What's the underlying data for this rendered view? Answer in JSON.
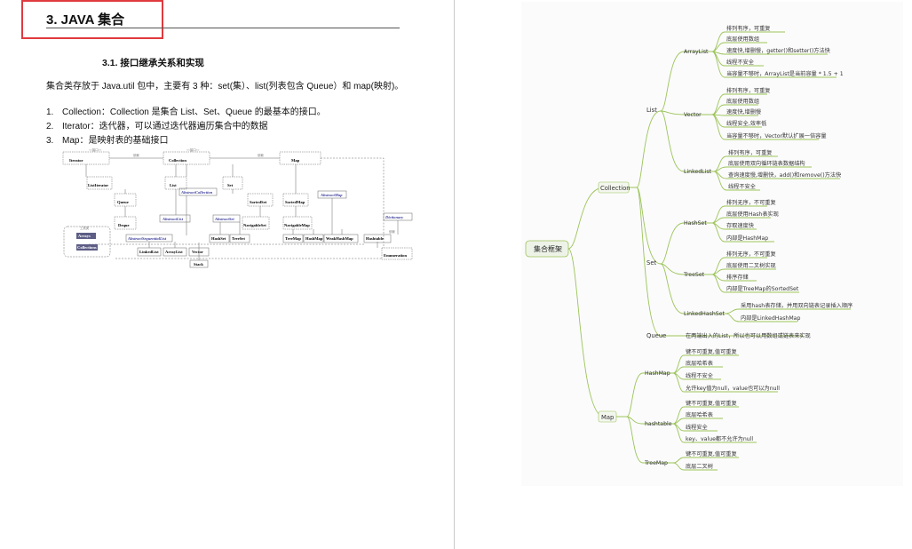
{
  "left_page": {
    "title": "3. JAVA 集合",
    "subheading": "3.1. 接口继承关系和实现",
    "intro": "集合类存放于 Java.util 包中，主要有 3 种：set(集）、list(列表包含 Queue）和 map(映射)。",
    "items": [
      {
        "num": "1.",
        "text": "Collection：Collection 是集合 List、Set、Queue 的最基本的接口。"
      },
      {
        "num": "2.",
        "text": "Iterator：迭代器，可以通过迭代器遍历集合中的数据"
      },
      {
        "num": "3.",
        "text": "Map：是映射表的基础接口"
      }
    ],
    "uml": {
      "interfaces": [
        "Iterator",
        "Collection",
        "Map",
        "ListIterator",
        "List",
        "Set",
        "Queue",
        "SortedSet",
        "SortedMap",
        "Deque",
        "NavigableSet",
        "NavigableMap"
      ],
      "abstract_classes": [
        "AbstractCollection",
        "AbstractMap",
        "AbstractList",
        "AbstractSet",
        "AbstractSequentialList",
        "Dictionary"
      ],
      "classes": [
        "LinkedList",
        "ArrayList",
        "Vector",
        "Stack",
        "HashSet",
        "TreeSet",
        "TreeMap",
        "HashMap",
        "WeakHashMap",
        "Hashtable",
        "Enumeration"
      ],
      "tools": [
        "Arrays",
        "Collections"
      ],
      "tool_label": "工具类",
      "relation_label": "依赖",
      "stereotype": "<<接口>>"
    }
  },
  "right_page": {
    "root": "集合框架",
    "branches": [
      {
        "label": "Collection",
        "children": [
          {
            "label": "List",
            "children": [
              {
                "label": "ArrayList",
                "notes": [
                  "排列有序，可重复",
                  "底层使用数组",
                  "速度快,增删慢，getter()和setter()方法快",
                  "线程不安全",
                  "当容量不够时，ArrayList是当前容量 * 1.5 + 1"
                ]
              },
              {
                "label": "Vector",
                "notes": [
                  "排列有序，可重复",
                  "底层使用数组",
                  "速度快,增删慢",
                  "线程安全,效率低",
                  "当容量不够时，Vector默认扩展一倍容量"
                ]
              },
              {
                "label": "LinkedList",
                "notes": [
                  "排列有序，可重复",
                  "底层使用双向循环链表数据结构",
                  "查询速度慢,增删快，add()和remove()方法快",
                  "线程不安全"
                ]
              }
            ]
          },
          {
            "label": "Set",
            "children": [
              {
                "label": "HashSet",
                "notes": [
                  "排列无序，不可重复",
                  "底层使用Hash表实现",
                  "存取速度快",
                  "内部是HashMap"
                ]
              },
              {
                "label": "TreeSet",
                "notes": [
                  "排列无序，不可重复",
                  "底层使用二叉树实现",
                  "排序存储",
                  "内部是TreeMap的SortedSet"
                ]
              },
              {
                "label": "LinkedHashSet",
                "notes": [
                  "采用hash表存储，并用双向链表记录插入顺序",
                  "内部是LinkedHashMap"
                ]
              }
            ]
          },
          {
            "label": "Queue",
            "note": "在两端出入的List，所以也可以用数组或链表来实现"
          }
        ]
      },
      {
        "label": "Map",
        "children": [
          {
            "label": "HashMap",
            "notes": [
              "键不可重复,值可重复",
              "底层哈希表",
              "线程不安全",
              "允许key值为null，value也可以为null"
            ]
          },
          {
            "label": "hashtable",
            "notes": [
              "键不可重复,值可重复",
              "底层哈希表",
              "线程安全",
              "key、value都不允许为null"
            ]
          },
          {
            "label": "TreeMap",
            "notes": [
              "键不可重复,值可重复",
              "底层二叉树"
            ]
          }
        ]
      }
    ]
  },
  "colors": {
    "highlight": "#e0393e",
    "mindmap_line": "#9cc45a",
    "divider": "#c9c9c9"
  }
}
